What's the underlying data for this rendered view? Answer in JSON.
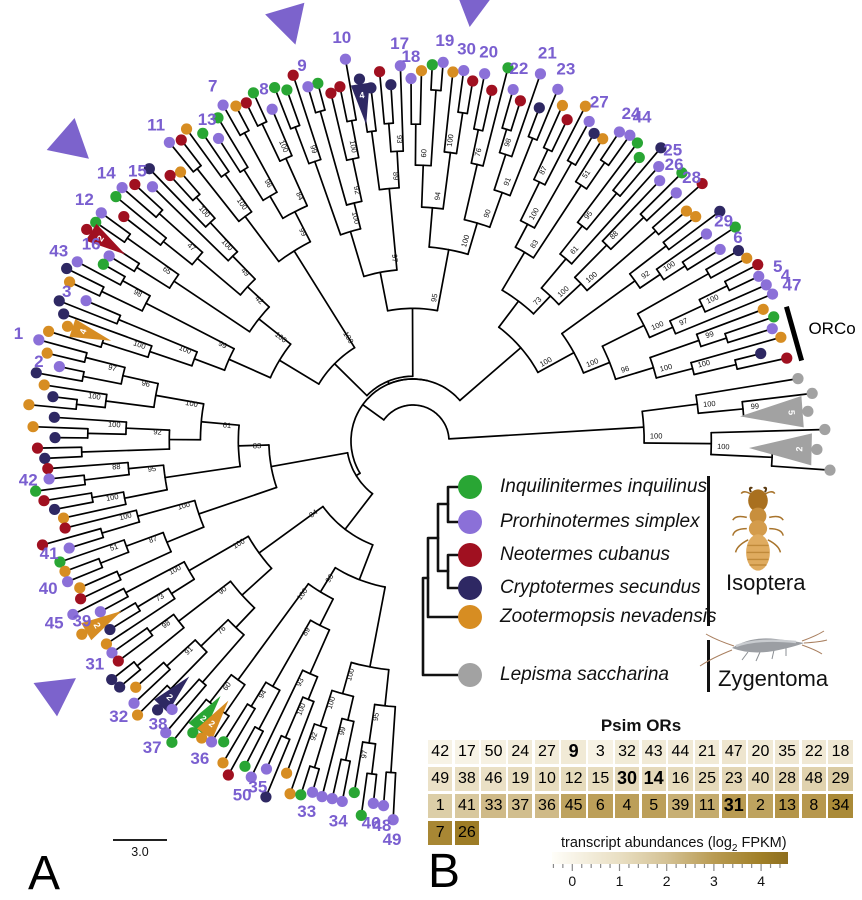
{
  "panel": {
    "a": "A",
    "b": "B"
  },
  "tree": {
    "scale_bar": "3.0",
    "orco_label": "ORCo",
    "label_color": "#7a5fd0",
    "arrow_color": "#7c63cc",
    "species_colors": {
      "g": "#29a634",
      "p": "#8b70d8",
      "r": "#a01020",
      "n": "#2e2863",
      "o": "#d78d22",
      "y": "#a2a2a2"
    },
    "support_values": [
      "100",
      "99",
      "100",
      "100",
      "97",
      "100",
      "96",
      "100",
      "92",
      "100",
      "88",
      "100",
      "95",
      "61",
      "100",
      "51",
      "87",
      "100",
      "83",
      "73",
      "100",
      "98",
      "91",
      "76",
      "90",
      "100",
      "60",
      "94",
      "100",
      "93",
      "89",
      "100",
      "92",
      "99",
      "100",
      "97",
      "95",
      "100",
      "96",
      "84",
      "100",
      "99",
      "100",
      "100",
      "47",
      "49",
      "65",
      "42",
      "98",
      "100"
    ],
    "arrow_marked_tips": [
      "9",
      "14",
      "30",
      "31"
    ],
    "outgroup_tips": [
      {
        "c": "y"
      },
      {
        "c": "y",
        "t": "2"
      },
      {
        "c": "y"
      },
      {
        "c": "y",
        "t": "5"
      },
      {
        "c": "y"
      },
      {
        "c": "y"
      }
    ],
    "tips": [
      {
        "c": "r",
        "b": true
      },
      {
        "c": "n",
        "b": true
      },
      {
        "c": "o",
        "b": true
      },
      {
        "c": "p",
        "b": true
      },
      {
        "c": "g",
        "b": true
      },
      {
        "c": "o"
      },
      {
        "c": "p",
        "l": "47"
      },
      {
        "c": "p",
        "l": "4"
      },
      {
        "c": "p",
        "l": "5"
      },
      {
        "c": "r"
      },
      {
        "c": "o"
      },
      {
        "c": "n"
      },
      {
        "c": "p",
        "l": "6"
      },
      {
        "c": "g"
      },
      {
        "c": "p",
        "l": "29"
      },
      {
        "c": "n"
      },
      {
        "c": "o"
      },
      {
        "c": "o"
      },
      {
        "c": "r"
      },
      {
        "c": "p",
        "l": "28"
      },
      {
        "c": "g"
      },
      {
        "c": "p",
        "l": "26"
      },
      {
        "c": "p",
        "l": "25"
      },
      {
        "c": "n"
      },
      {
        "c": "g"
      },
      {
        "c": "g"
      },
      {
        "c": "p",
        "l": "44"
      },
      {
        "c": "p",
        "l": "24"
      },
      {
        "c": "o"
      },
      {
        "c": "n"
      },
      {
        "c": "p",
        "l": "27"
      },
      {
        "c": "o"
      },
      {
        "c": "r"
      },
      {
        "c": "o"
      },
      {
        "c": "p",
        "l": "23"
      },
      {
        "c": "n"
      },
      {
        "c": "p",
        "l": "21"
      },
      {
        "c": "r"
      },
      {
        "c": "p",
        "l": "22"
      },
      {
        "c": "g"
      },
      {
        "c": "r"
      },
      {
        "c": "p",
        "l": "20"
      },
      {
        "c": "r"
      },
      {
        "c": "p",
        "l": "30",
        "a": true
      },
      {
        "c": "o"
      },
      {
        "c": "p",
        "l": "19"
      },
      {
        "c": "g"
      },
      {
        "c": "o"
      },
      {
        "c": "p",
        "l": "18"
      },
      {
        "c": "p",
        "l": "17"
      },
      {
        "c": "n"
      },
      {
        "c": "r"
      },
      {
        "c": "n"
      },
      {
        "c": "n",
        "t": "4"
      },
      {
        "c": "p",
        "l": "10"
      },
      {
        "c": "r"
      },
      {
        "c": "r"
      },
      {
        "c": "g"
      },
      {
        "c": "p",
        "l": "9",
        "a": true
      },
      {
        "c": "r"
      },
      {
        "c": "g"
      },
      {
        "c": "g"
      },
      {
        "c": "p",
        "l": "8"
      },
      {
        "c": "g"
      },
      {
        "c": "r"
      },
      {
        "c": "o"
      },
      {
        "c": "p",
        "l": "7"
      },
      {
        "c": "g"
      },
      {
        "c": "p",
        "l": "13"
      },
      {
        "c": "g"
      },
      {
        "c": "o"
      },
      {
        "c": "r"
      },
      {
        "c": "p",
        "l": "11"
      },
      {
        "c": "o"
      },
      {
        "c": "r"
      },
      {
        "c": "n"
      },
      {
        "c": "p",
        "l": "15"
      },
      {
        "c": "r"
      },
      {
        "c": "p",
        "l": "14",
        "a": true
      },
      {
        "c": "g"
      },
      {
        "c": "r"
      },
      {
        "c": "p",
        "l": "12"
      },
      {
        "c": "g"
      },
      {
        "c": "r",
        "t": "2"
      },
      {
        "c": "p",
        "l": "16"
      },
      {
        "c": "g"
      },
      {
        "c": "p",
        "l": "43"
      },
      {
        "c": "n"
      },
      {
        "c": "o"
      },
      {
        "c": "p",
        "l": "3"
      },
      {
        "c": "n"
      },
      {
        "c": "n"
      },
      {
        "c": "o",
        "t": "4"
      },
      {
        "c": "o"
      },
      {
        "c": "p",
        "l": "1"
      },
      {
        "c": "o"
      },
      {
        "c": "p",
        "l": "2"
      },
      {
        "c": "n"
      },
      {
        "c": "o"
      },
      {
        "c": "n"
      },
      {
        "c": "o"
      },
      {
        "c": "n"
      },
      {
        "c": "o"
      },
      {
        "c": "n"
      },
      {
        "c": "r"
      },
      {
        "c": "n"
      },
      {
        "c": "r"
      },
      {
        "c": "p",
        "l": "42"
      },
      {
        "c": "g"
      },
      {
        "c": "r"
      },
      {
        "c": "n"
      },
      {
        "c": "o"
      },
      {
        "c": "r"
      },
      {
        "c": "r"
      },
      {
        "c": "p",
        "l": "41"
      },
      {
        "c": "g"
      },
      {
        "c": "o"
      },
      {
        "c": "p",
        "l": "40"
      },
      {
        "c": "o"
      },
      {
        "c": "r"
      },
      {
        "c": "p",
        "l": "45"
      },
      {
        "c": "p",
        "l": "39"
      },
      {
        "c": "o",
        "t": "2"
      },
      {
        "c": "n"
      },
      {
        "c": "o"
      },
      {
        "c": "p",
        "l": "31",
        "a": true
      },
      {
        "c": "r"
      },
      {
        "c": "n"
      },
      {
        "c": "n"
      },
      {
        "c": "o"
      },
      {
        "c": "p",
        "l": "32"
      },
      {
        "c": "o"
      },
      {
        "c": "n",
        "t": "2"
      },
      {
        "c": "p",
        "l": "38"
      },
      {
        "c": "p",
        "l": "37"
      },
      {
        "c": "g"
      },
      {
        "c": "g",
        "t": "2"
      },
      {
        "c": "o",
        "t": "2"
      },
      {
        "c": "p",
        "l": "36"
      },
      {
        "c": "g"
      },
      {
        "c": "o"
      },
      {
        "c": "r"
      },
      {
        "c": "g"
      },
      {
        "c": "p",
        "l": "50"
      },
      {
        "c": "p",
        "l": "35"
      },
      {
        "c": "n"
      },
      {
        "c": "o"
      },
      {
        "c": "o"
      },
      {
        "c": "g"
      },
      {
        "c": "p",
        "l": "33"
      },
      {
        "c": "p"
      },
      {
        "c": "p"
      },
      {
        "c": "p",
        "l": "34"
      },
      {
        "c": "g"
      },
      {
        "c": "g"
      },
      {
        "c": "p",
        "l": "46"
      },
      {
        "c": "p",
        "l": "48"
      },
      {
        "c": "p",
        "l": "49"
      }
    ]
  },
  "legend": {
    "species": [
      {
        "key": "g",
        "hex": "#29a634",
        "name": "Inquilinitermes inquilinus"
      },
      {
        "key": "p",
        "hex": "#8b70d8",
        "name": "Prorhinotermes simplex"
      },
      {
        "key": "r",
        "hex": "#a01020",
        "name": "Neotermes cubanus"
      },
      {
        "key": "n",
        "hex": "#2e2863",
        "name": "Cryptotermes secundus"
      },
      {
        "key": "o",
        "hex": "#d78d22",
        "name": "Zootermopsis nevadensis"
      },
      {
        "key": "y",
        "hex": "#a2a2a2",
        "name": "Lepisma saccharina"
      }
    ],
    "groups": [
      {
        "label": "Isoptera",
        "icon": "termite-icon"
      },
      {
        "label": "Zygentoma",
        "icon": "silverfish-icon"
      }
    ]
  },
  "chart_data": {
    "type": "heatmap",
    "title": "Psim ORs",
    "colorbar": {
      "label_prefix": "transcript abundances (log",
      "label_sub": "2",
      "label_suffix": " FPKM)",
      "ticks": [
        0,
        1,
        2,
        3,
        4
      ],
      "range": [
        -0.43,
        4.57
      ],
      "stops": [
        [
          -0.43,
          "#fffef9"
        ],
        [
          0,
          "#f8f4e8"
        ],
        [
          1,
          "#e9dfc3"
        ],
        [
          2,
          "#d4c295"
        ],
        [
          3,
          "#b99b52"
        ],
        [
          4,
          "#a07f27"
        ],
        [
          4.57,
          "#8d6e1f"
        ]
      ]
    },
    "rows": [
      [
        {
          "or": "42",
          "v": 0.05
        },
        {
          "or": "17",
          "v": 0.05
        },
        {
          "or": "50",
          "v": 0.15
        },
        {
          "or": "24",
          "v": 0.4
        },
        {
          "or": "27",
          "v": 0.4
        },
        {
          "or": "9",
          "v": 0.5,
          "bold": true
        },
        {
          "or": "3",
          "v": 0.1
        },
        {
          "or": "32",
          "v": 0.45
        },
        {
          "or": "43",
          "v": 0.5
        },
        {
          "or": "44",
          "v": 0.5
        },
        {
          "or": "21",
          "v": 0.5
        },
        {
          "or": "47",
          "v": 0.7
        },
        {
          "or": "20",
          "v": 0.5
        },
        {
          "or": "35",
          "v": 0.6
        },
        {
          "or": "22",
          "v": 0.55
        },
        {
          "or": "18",
          "v": 0.6
        }
      ],
      [
        {
          "or": "49",
          "v": 0.9
        },
        {
          "or": "38",
          "v": 1.0
        },
        {
          "or": "46",
          "v": 0.95
        },
        {
          "or": "19",
          "v": 1.1
        },
        {
          "or": "10",
          "v": 1.1
        },
        {
          "or": "12",
          "v": 1.15
        },
        {
          "or": "15",
          "v": 1.1
        },
        {
          "or": "30",
          "v": 1.2,
          "bold": true
        },
        {
          "or": "14",
          "v": 1.2,
          "bold": true
        },
        {
          "or": "16",
          "v": 1.15
        },
        {
          "or": "25",
          "v": 1.2
        },
        {
          "or": "23",
          "v": 1.3
        },
        {
          "or": "40",
          "v": 1.3
        },
        {
          "or": "28",
          "v": 1.4
        },
        {
          "or": "48",
          "v": 1.45
        },
        {
          "or": "29",
          "v": 1.7
        }
      ],
      [
        {
          "or": "1",
          "v": 1.6
        },
        {
          "or": "41",
          "v": 1.8
        },
        {
          "or": "33",
          "v": 2.2
        },
        {
          "or": "37",
          "v": 2.1
        },
        {
          "or": "36",
          "v": 2.2
        },
        {
          "or": "45",
          "v": 2.8
        },
        {
          "or": "6",
          "v": 2.9
        },
        {
          "or": "4",
          "v": 2.9
        },
        {
          "or": "5",
          "v": 2.9
        },
        {
          "or": "39",
          "v": 2.5
        },
        {
          "or": "11",
          "v": 2.6
        },
        {
          "or": "31",
          "v": 3.0,
          "bold": true
        },
        {
          "or": "2",
          "v": 2.8
        },
        {
          "or": "13",
          "v": 3.2
        },
        {
          "or": "8",
          "v": 3.1
        },
        {
          "or": "34",
          "v": 3.6
        }
      ],
      [
        {
          "or": "7",
          "v": 3.7
        },
        {
          "or": "26",
          "v": 4.1
        }
      ]
    ]
  }
}
